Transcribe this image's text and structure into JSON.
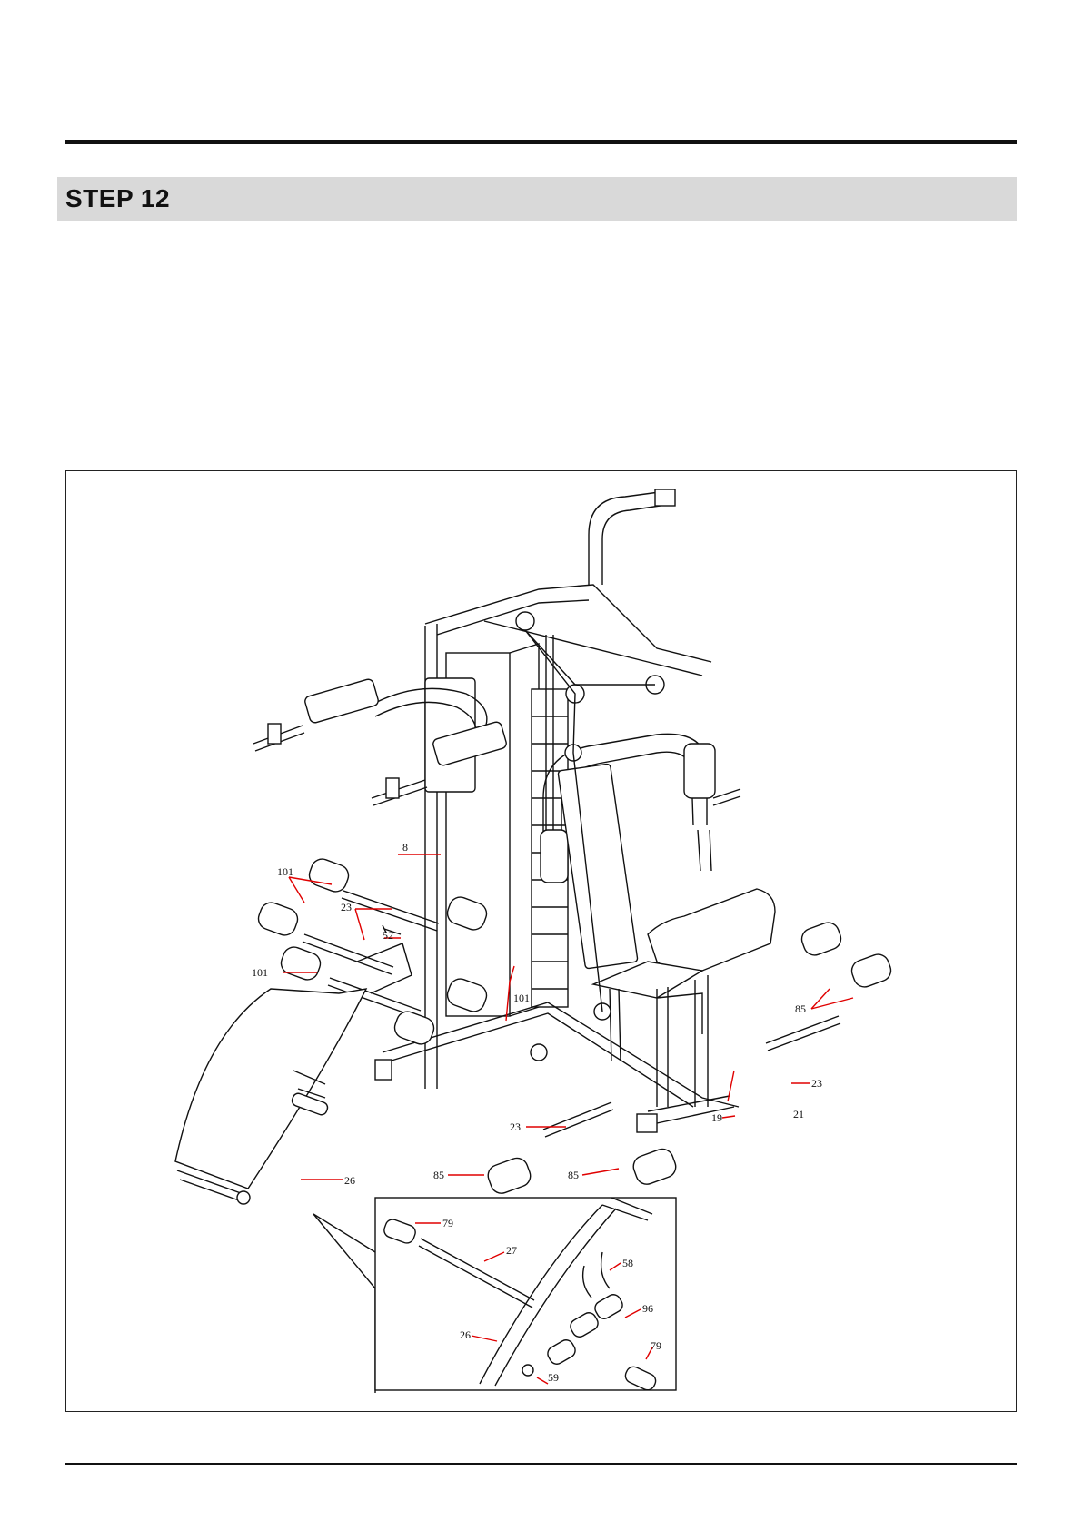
{
  "step": {
    "title": "STEP 12"
  },
  "callouts": {
    "c101a": "101",
    "c101b": "101",
    "c101c": "101",
    "c8": "8",
    "c23a": "23",
    "c23b": "23",
    "c23c": "23",
    "c52": "52",
    "c26": "26",
    "c85a": "85",
    "c85b": "85",
    "c85c": "85",
    "c19": "19",
    "c21": "21",
    "c79a": "79",
    "c79b": "79",
    "c27": "27",
    "c58": "58",
    "c96": "96",
    "c26b": "26",
    "c59": "59"
  },
  "colors": {
    "leader": "#e00000",
    "step_bar": "#d9d9d9",
    "line": "#111111"
  }
}
